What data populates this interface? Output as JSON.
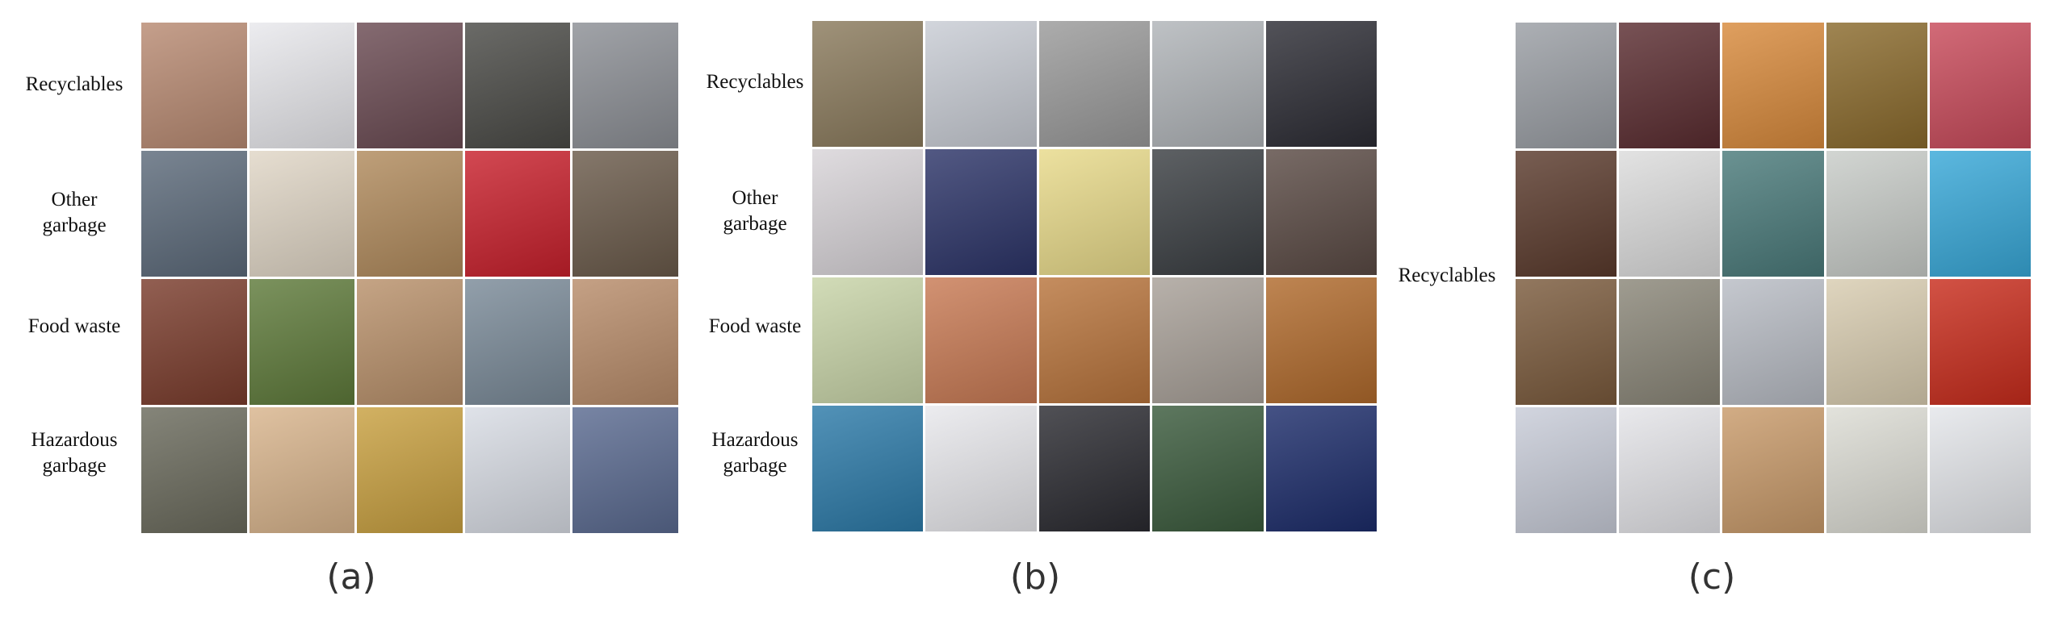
{
  "panels": [
    {
      "caption": "(a)",
      "row_labels": [
        [
          "Recyclables"
        ],
        [
          "Other",
          "garbage"
        ],
        [
          "Food waste"
        ],
        [
          "Hazardous",
          "garbage"
        ]
      ],
      "tile_colors": [
        [
          "#b88a72",
          "#e8e8ec",
          "#6a4a52",
          "#4a4a46",
          "#8c8f95"
        ],
        [
          "#5c6a7a",
          "#e0d6c6",
          "#b08a5c",
          "#c8202c",
          "#6a5a4a"
        ],
        [
          "#7a3c2c",
          "#5e7a3a",
          "#b8906a",
          "#7a8a98",
          "#b88c6a"
        ],
        [
          "#6a6a5c",
          "#d8b48c",
          "#c8a040",
          "#d8dce4",
          "#5a6a90"
        ]
      ]
    },
    {
      "caption": "(b)",
      "row_labels": [
        [
          "Recyclables"
        ],
        [
          "Other",
          "garbage"
        ],
        [
          "Food waste"
        ],
        [
          "Hazardous",
          "garbage"
        ]
      ],
      "tile_colors": [
        [
          "#8a7a5c",
          "#c8ccd4",
          "#9a9a9a",
          "#b0b4b8",
          "#2c2c34"
        ],
        [
          "#d8d4d8",
          "#2c3468",
          "#e8da8a",
          "#3a3e42",
          "#5a4a44"
        ],
        [
          "#c8d4a8",
          "#c87a54",
          "#b8743c",
          "#a8a098",
          "#b06a2c"
        ],
        [
          "#2c7aa8",
          "#e8e8ec",
          "#2a2a30",
          "#3a5a3c",
          "#1c2c6a"
        ]
      ]
    },
    {
      "caption": "(c)",
      "row_labels": [
        [
          "Recyclables"
        ]
      ],
      "tile_colors": [
        [
          "#9a9ea4",
          "#5a2c30",
          "#d88a3c",
          "#8a6a2c",
          "#c84a5a"
        ],
        [
          "#5a3a2c",
          "#dcdcdc",
          "#4a7a7a",
          "#c8ccc8",
          "#38a8d8"
        ],
        [
          "#7a5a3c",
          "#8a8678",
          "#b8bcc4",
          "#d8ccb0",
          "#c82c1c"
        ],
        [
          "#c8ccd8",
          "#e4e4e8",
          "#c89a6a",
          "#dcdcd4",
          "#e4e6ea"
        ]
      ]
    }
  ]
}
